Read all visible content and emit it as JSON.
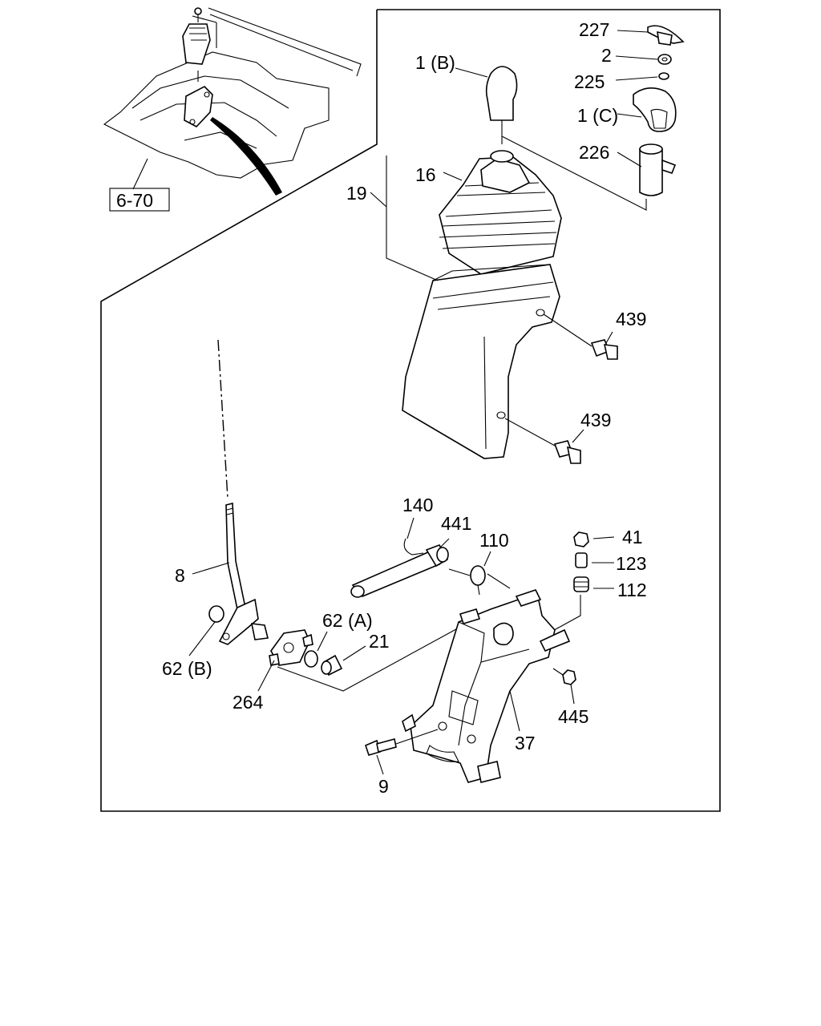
{
  "diagram": {
    "labels": {
      "ref": "6-70",
      "p227": "227",
      "p2": "2",
      "p1b": "1 (B)",
      "p225": "225",
      "p1c": "1 (C)",
      "p226": "226",
      "p16": "16",
      "p19": "19",
      "p439a": "439",
      "p439b": "439",
      "p140": "140",
      "p441": "441",
      "p110": "110",
      "p41": "41",
      "p123": "123",
      "p112": "112",
      "p8": "8",
      "p62a": "62 (A)",
      "p21": "21",
      "p62b": "62 (B)",
      "p264": "264",
      "p445": "445",
      "p37": "37",
      "p9": "9"
    }
  }
}
